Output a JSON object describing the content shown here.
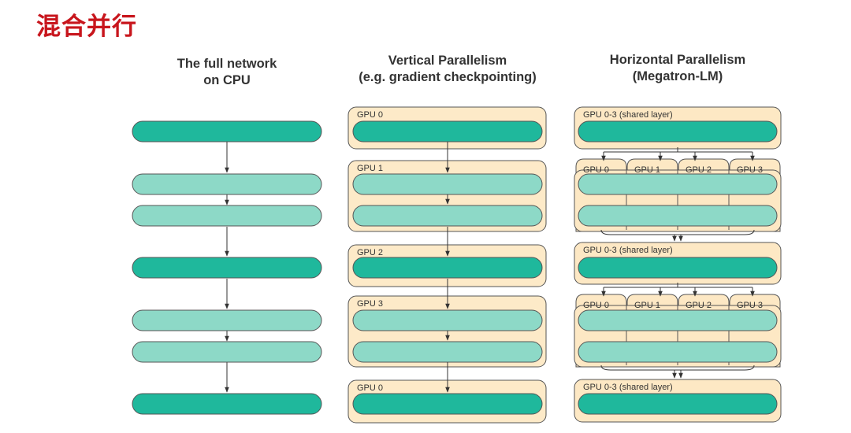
{
  "slide": {
    "title": "混合并行"
  },
  "columns": [
    {
      "title_lines": [
        "The full network",
        "on CPU"
      ]
    },
    {
      "title_lines": [
        "Vertical Parallelism",
        "(e.g. gradient checkpointing)"
      ]
    },
    {
      "title_lines": [
        "Horizontal Parallelism",
        "(Megatron-LM)"
      ]
    }
  ],
  "vertical": {
    "groups": [
      {
        "label": "GPU 0"
      },
      {
        "label": "GPU 1"
      },
      {
        "label": "GPU 2"
      },
      {
        "label": "GPU 3"
      },
      {
        "label": "GPU 0"
      }
    ]
  },
  "horizontal": {
    "shared_label": "GPU 0-3 (shared layer)",
    "split_labels": [
      "GPU 0",
      "GPU 1",
      "GPU 2",
      "GPU 3"
    ]
  },
  "colors": {
    "layer_dark": "#1fb89c",
    "layer_light": "#8dd9c7",
    "gpu_group": "#fde8c4",
    "outline": "#555555",
    "title_red": "#c8161d"
  }
}
